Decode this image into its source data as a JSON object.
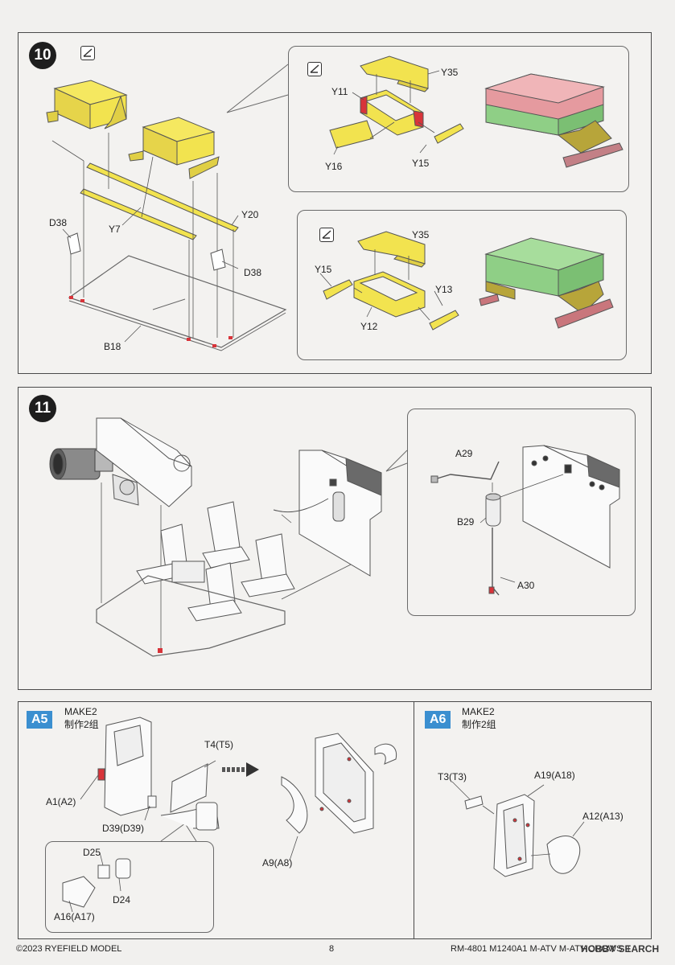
{
  "step10": {
    "number": "10",
    "labels": {
      "y7": "Y7",
      "y20": "Y20",
      "d38_left": "D38",
      "d38_right": "D38",
      "b18": "B18"
    },
    "detail_a": {
      "y35": "Y35",
      "y11": "Y11",
      "y16": "Y16",
      "y15": "Y15"
    },
    "detail_b": {
      "y35": "Y35",
      "y15": "Y15",
      "y13": "Y13",
      "y12": "Y12"
    }
  },
  "step11": {
    "number": "11",
    "detail": {
      "a29": "A29",
      "b29": "B29",
      "a30": "A30"
    }
  },
  "a5": {
    "badge": "A5",
    "make_en": "MAKE2",
    "make_cn": "制作2组",
    "labels": {
      "t4": "T4(T5)",
      "a1": "A1(A2)",
      "d39": "D39(D39)",
      "a9": "A9(A8)",
      "d25": "D25",
      "d24": "D24",
      "a16": "A16(A17)"
    }
  },
  "a6": {
    "badge": "A6",
    "make_en": "MAKE2",
    "make_cn": "制作2组",
    "labels": {
      "t3": "T3(T3)",
      "a19": "A19(A18)",
      "a12": "A12(A13)"
    }
  },
  "footer": {
    "copyright": "©2023 RYEFIELD MODEL",
    "page": "8",
    "product": "RM-4801 M1240A1 M-ATV M-ATV  CROWS II",
    "watermark": "HOBBY SEARCH"
  },
  "colors": {
    "part_yellow": "#f2e34f",
    "highlight_red": "#d8343a",
    "box_pink": "#e59a9f",
    "box_green": "#8fcf86",
    "frame_olive": "#b7a53a",
    "badge_blue": "#3b8fd0"
  }
}
